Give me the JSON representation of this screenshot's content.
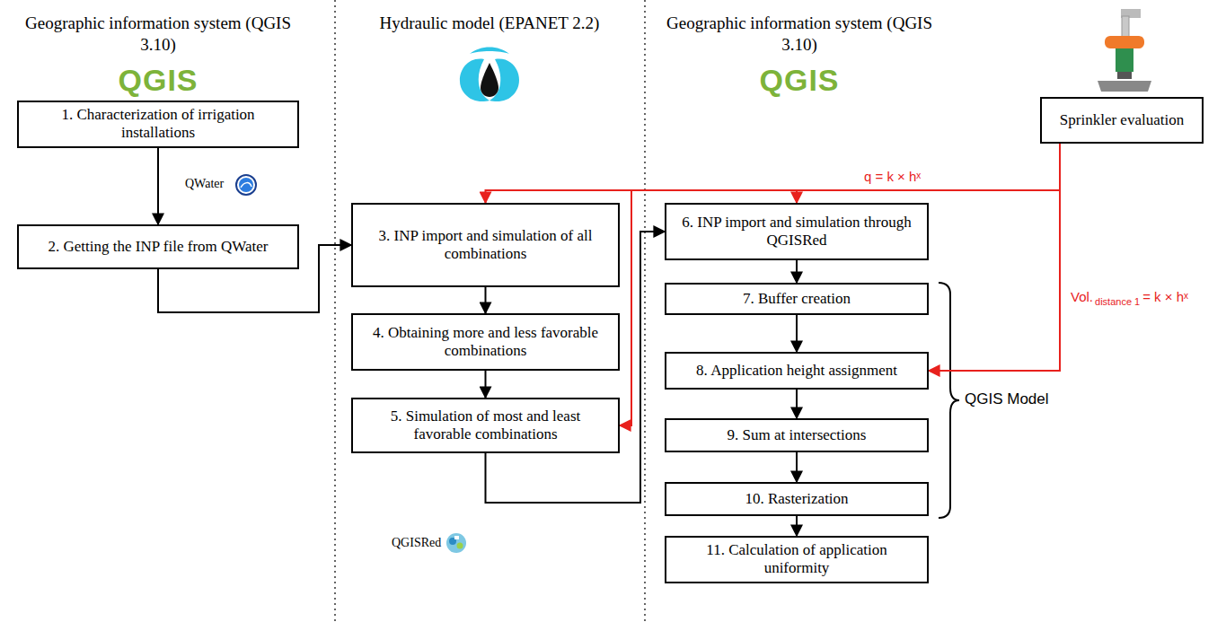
{
  "diagram": {
    "nodes": [
      {
        "text": [
          "1. Characterization of irrigation installations"
        ]
      },
      {
        "text": [
          "2. Getting the INP file from QWater"
        ]
      },
      {
        "text": [
          "3. INP import and simulation of all combinations"
        ]
      },
      {
        "text": [
          "4. Obtaining more and less favorable combinations"
        ]
      },
      {
        "text": [
          "5. Simulation of most and least favorable combinations"
        ]
      },
      {
        "text": [
          "Sprinkler evaluation"
        ]
      },
      {
        "text": [
          "6. INP import and simulation through QGISRed"
        ]
      },
      {
        "text": [
          "7. Buffer creation"
        ]
      },
      {
        "text": [
          "8. Application height assignment"
        ]
      },
      {
        "text": [
          "9. Sum at intersections"
        ]
      },
      {
        "text": [
          "10. Rasterization"
        ]
      },
      {
        "text": [
          "11. Calculation of application uniformity"
        ]
      }
    ],
    "edges": [
      {
        "from": 0,
        "to": 1,
        "arrow": "to"
      },
      {
        "from": 1,
        "to": 2,
        "arrow": "to"
      },
      {
        "from": 2,
        "to": 3,
        "arrow": "to"
      },
      {
        "from": 3,
        "to": 4,
        "arrow": "to"
      },
      {
        "from": 4,
        "to": 6,
        "arrow": "to"
      },
      {
        "from": 6,
        "to": 7,
        "arrow": "to"
      },
      {
        "from": 7,
        "to": 8,
        "arrow": "to"
      },
      {
        "from": 8,
        "to": 9,
        "arrow": "to"
      },
      {
        "from": 9,
        "to": 10,
        "arrow": "to"
      },
      {
        "from": 10,
        "to": 11,
        "arrow": "to"
      },
      {
        "from": 5,
        "to": 2,
        "arrow": "to"
      },
      {
        "from": 5,
        "to": 6,
        "arrow": "to"
      },
      {
        "from": 5,
        "to": 4,
        "arrow": "to"
      },
      {
        "from": 5,
        "to": 8,
        "arrow": "to"
      }
    ],
    "labels": [
      "Geographic information system (QGIS 3.10)",
      "Hydraulic model (EPANET 2.2)",
      "Geographic information system (QGIS 3.10)",
      "QGIS",
      "QGIS",
      "QWater",
      "QGISRed",
      "q = k × hˣ",
      "Vol.",
      "distance 1",
      "= k × hˣ",
      "QGIS Model"
    ]
  }
}
